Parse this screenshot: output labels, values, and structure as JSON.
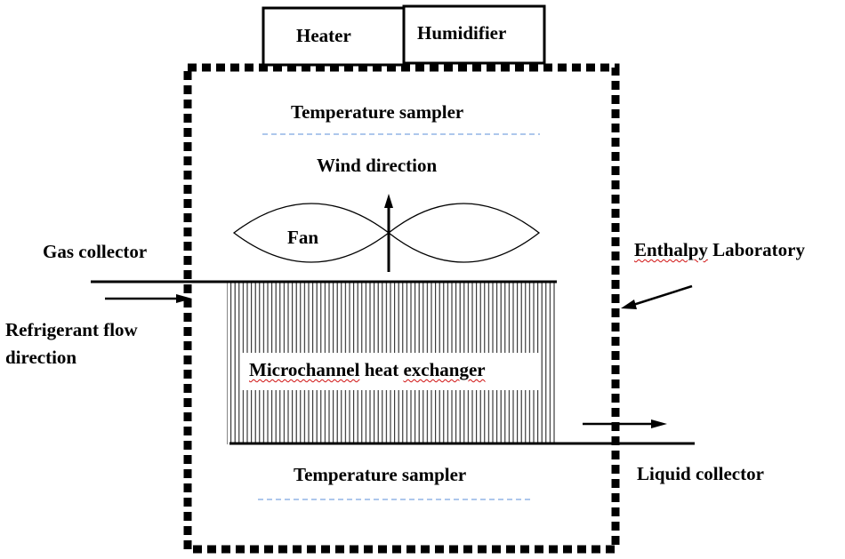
{
  "labels": {
    "heater": "Heater",
    "humidifier": "Humidifier",
    "temp_sampler_top": "Temperature sampler",
    "wind_direction": "Wind direction",
    "fan": "Fan",
    "gas_collector": "Gas collector",
    "enthalpy_lab_word1": "Enthalpy",
    "enthalpy_lab_word2": " Laboratory",
    "refrigerant_flow": "Refrigerant  flow direction",
    "mchx_word1": "Microchannel",
    "mchx_middle": " heat ",
    "mchx_word3": "exchanger",
    "temp_sampler_bottom": "Temperature sampler",
    "liquid_collector": "Liquid collector"
  }
}
